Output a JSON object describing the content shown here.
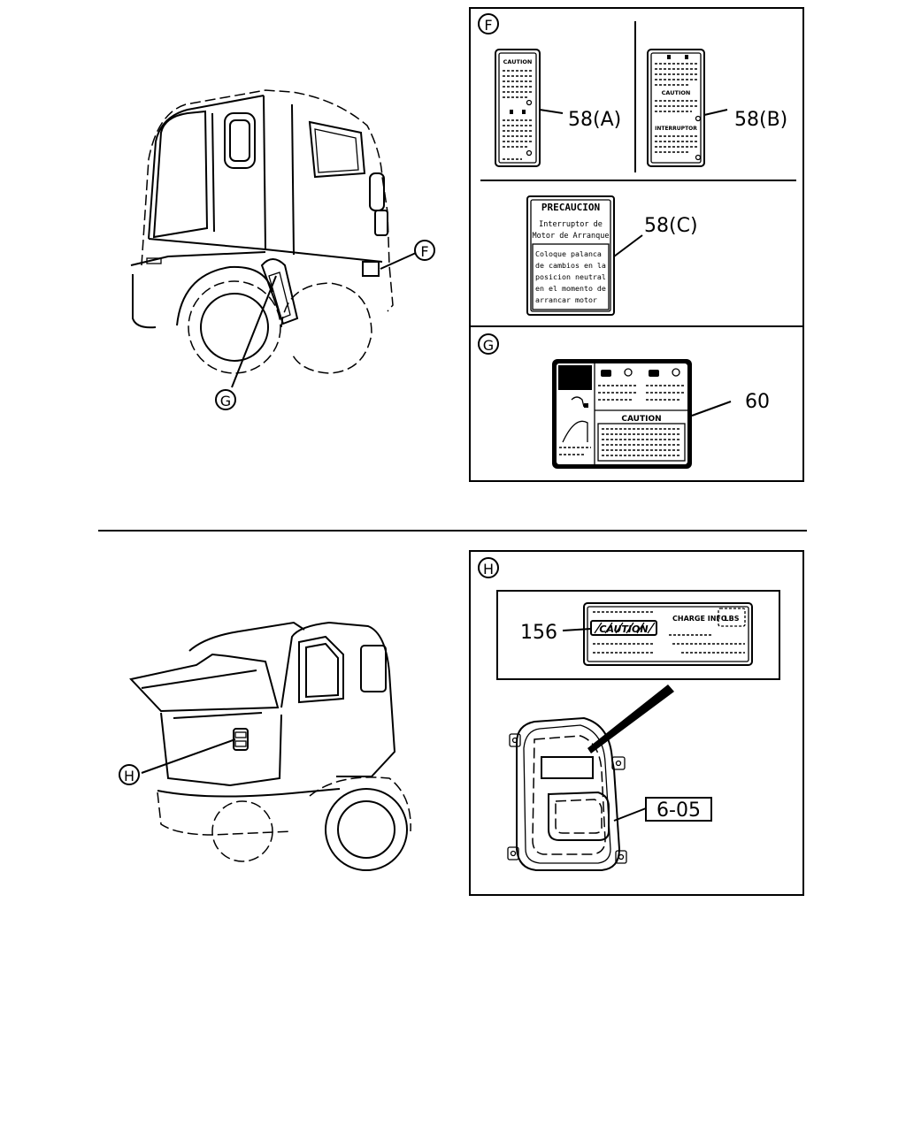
{
  "callouts": {
    "F": "F",
    "G": "G",
    "H": "H"
  },
  "panel_f": {
    "label_a_ref": "58(A)",
    "label_b_ref": "58(B)",
    "label_c_ref": "58(C)",
    "label_a_heading": "CAUTION",
    "label_b_heading1": "CAUTION",
    "label_b_heading2": "INTERRUPTOR",
    "label_c": {
      "title": "PRECAUCION",
      "subtitle_lines": [
        "Interruptor de",
        "Motor de Arranque"
      ],
      "body_lines": [
        "Coloque palanca",
        "de cambios en la",
        "posicion neutral",
        "en el momento de",
        "arrancar motor"
      ]
    }
  },
  "panel_g": {
    "label_ref": "60",
    "label_heading": "CAUTION"
  },
  "panel_h": {
    "label_ref": "156",
    "label_heading": "CAUTION",
    "label_side_text": "CHARGE INFO",
    "label_corner_text": "LBS",
    "part_ref": "6-05"
  }
}
